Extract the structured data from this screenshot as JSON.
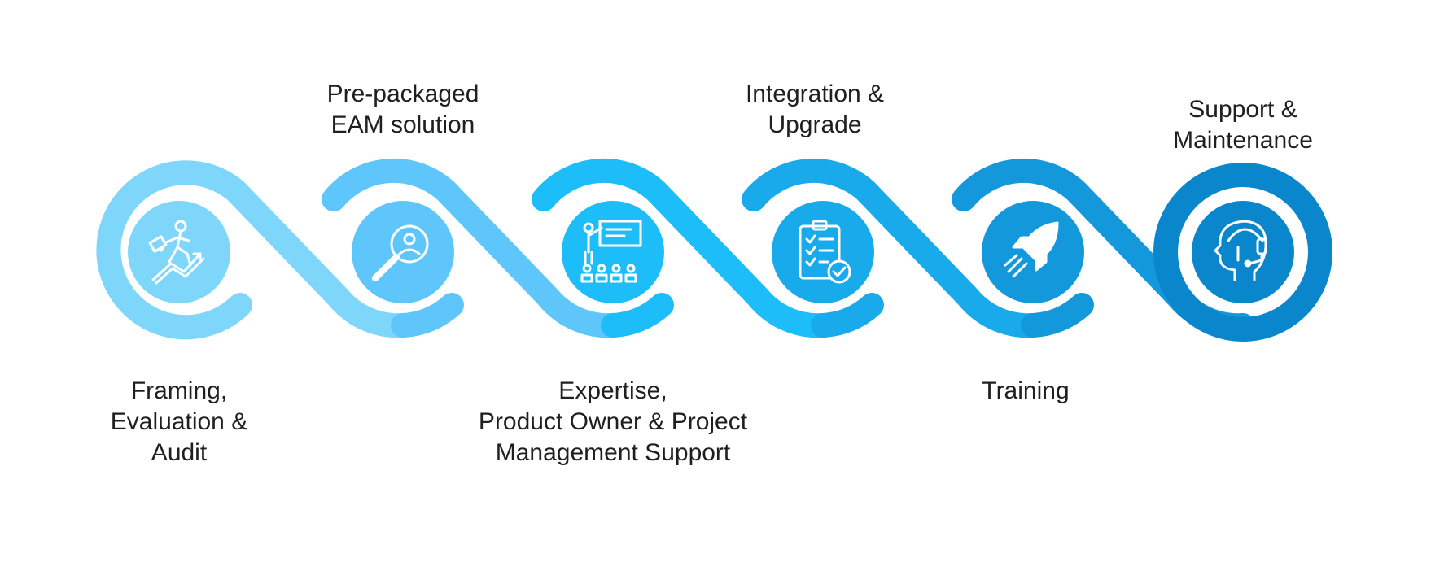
{
  "colors": {
    "step1": "#7fd6fb",
    "step2": "#5ec6fa",
    "step3": "#1cbdf8",
    "step4": "#19aaeb",
    "step5": "#1298db",
    "step6": "#0a86cc",
    "background": "#ffffff",
    "text": "#1f1f1f",
    "icon": "#ffffff"
  },
  "steps": [
    {
      "icon": "climbing-growth-icon",
      "label_lines": [
        "Framing,",
        "Evaluation &",
        "Audit"
      ]
    },
    {
      "icon": "search-person-icon",
      "label_lines": [
        "Pre-packaged",
        "EAM solution"
      ]
    },
    {
      "icon": "presentation-icon",
      "label_lines": [
        "Expertise,",
        "Product Owner & Project",
        "Management Support"
      ]
    },
    {
      "icon": "checklist-icon",
      "label_lines": [
        "Integration &",
        "Upgrade"
      ]
    },
    {
      "icon": "rocket-icon",
      "label_lines": [
        "Training"
      ]
    },
    {
      "icon": "support-headset-icon",
      "label_lines": [
        "Support &",
        "Maintenance"
      ]
    }
  ]
}
